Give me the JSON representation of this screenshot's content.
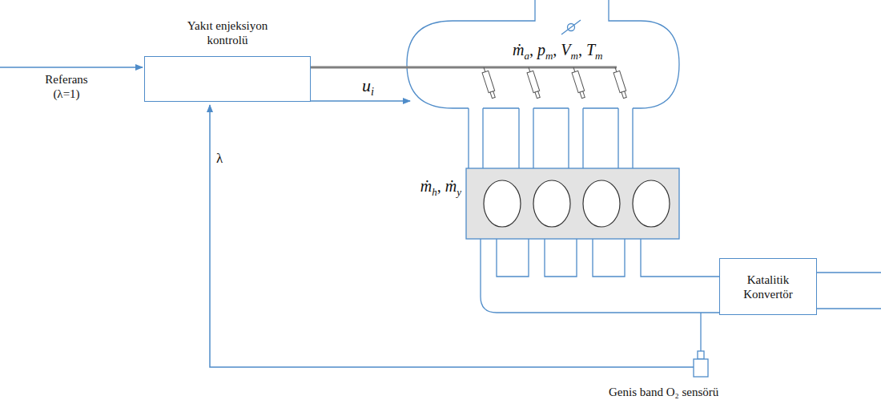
{
  "diagram": {
    "nodes": [
      {
        "text": [
          "Yakıt enjeksiyon kontrolü"
        ]
      },
      {
        "text": [
          "Katalitik Konvertör"
        ]
      }
    ],
    "labels": [
      "Referans (λ=1)",
      "ui",
      "ṁa, pm, Vm, Tm",
      "ṁh, ṁy",
      "λ",
      "Genis band O₂ sensörü"
    ]
  }
}
